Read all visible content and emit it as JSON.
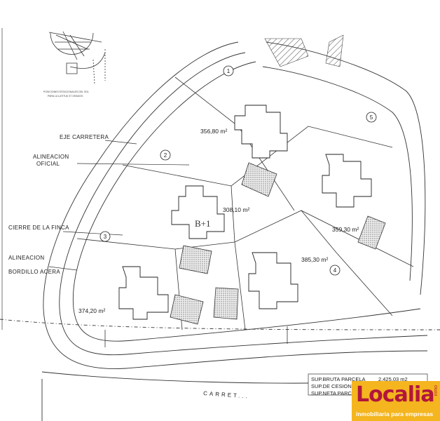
{
  "sun_diagram": {
    "caption_line1": "POSICIONES ESTACIONALES DEL SOL",
    "caption_line2": "PARA LA LATITUD 37 GRADOS"
  },
  "labels": {
    "eje_carretera": "EJE CARRETERA",
    "alineacion_oficial_1": "ALINEACION",
    "alineacion_oficial_2": "OFICIAL",
    "cierre_finca": "CIERRE DE LA FINCA",
    "alineacion_bordillo_1": "ALINEACION",
    "alineacion_bordillo_2": "BORDILLO ACERA",
    "carretera": "CARRET...",
    "building_height": "B+1"
  },
  "lots": [
    {
      "number": "1",
      "area": "356,80 m²"
    },
    {
      "number": "2",
      "area": "308,10 m²"
    },
    {
      "number": "3",
      "area": "374,20 m²"
    },
    {
      "number": "4",
      "area": "385,30 m²"
    },
    {
      "number": "5",
      "area": "359,30 m²"
    }
  ],
  "summary_table": {
    "rows": [
      {
        "label": "SUP.BRUTA PARCELA",
        "value": "2.425,03 m2"
      },
      {
        "label": "SUP.DE CESION",
        "value": ""
      },
      {
        "label": "SUP.NETA PARC",
        "value": ""
      }
    ]
  },
  "logo": {
    "name": "Localia",
    "tag": "inmo",
    "subtitle": "inmobiliaria para empresas",
    "bg_color": "#f4b51f",
    "text_color": "#b2163c"
  }
}
